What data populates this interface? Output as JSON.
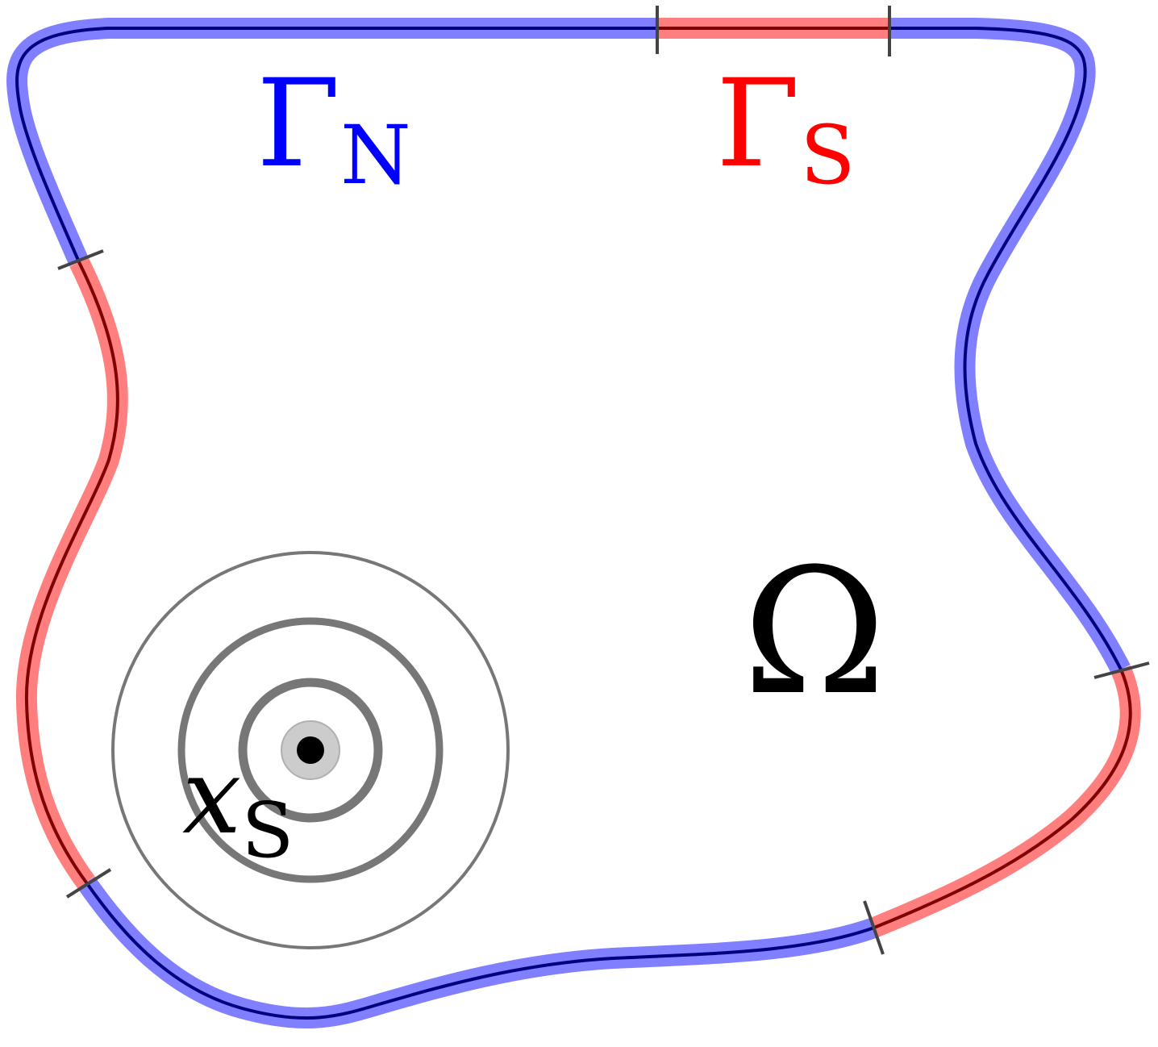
{
  "colors": {
    "neumann": "#7f7fff",
    "neumann_core": "#00007f",
    "sound_soft": "#ff7f7f",
    "sound_soft_core": "#7f0000",
    "neumann_label": "#0000ff",
    "sound_soft_label": "#ff0000",
    "wave_rings": "#777777",
    "source": "#000000",
    "source_halo": "#cccccc",
    "tick": "#444444"
  },
  "labels": {
    "gamma_n": {
      "symbol": "Γ",
      "subscript": "N"
    },
    "gamma_s": {
      "symbol": "Γ",
      "subscript": "S"
    },
    "domain": {
      "symbol": "Ω"
    },
    "source": {
      "symbol": "x",
      "subscript": "S"
    }
  },
  "boundary": {
    "segments": [
      {
        "name": "boundary-neumann-segment-top-left",
        "type": "neumann"
      },
      {
        "name": "boundary-sound-soft-segment-top",
        "type": "sound_soft"
      },
      {
        "name": "boundary-neumann-segment-right",
        "type": "neumann"
      },
      {
        "name": "boundary-sound-soft-segment-bottom-right",
        "type": "sound_soft"
      },
      {
        "name": "boundary-neumann-segment-bottom",
        "type": "neumann"
      },
      {
        "name": "boundary-sound-soft-segment-left",
        "type": "sound_soft"
      }
    ]
  },
  "wave_source": {
    "ring_count": 3
  }
}
